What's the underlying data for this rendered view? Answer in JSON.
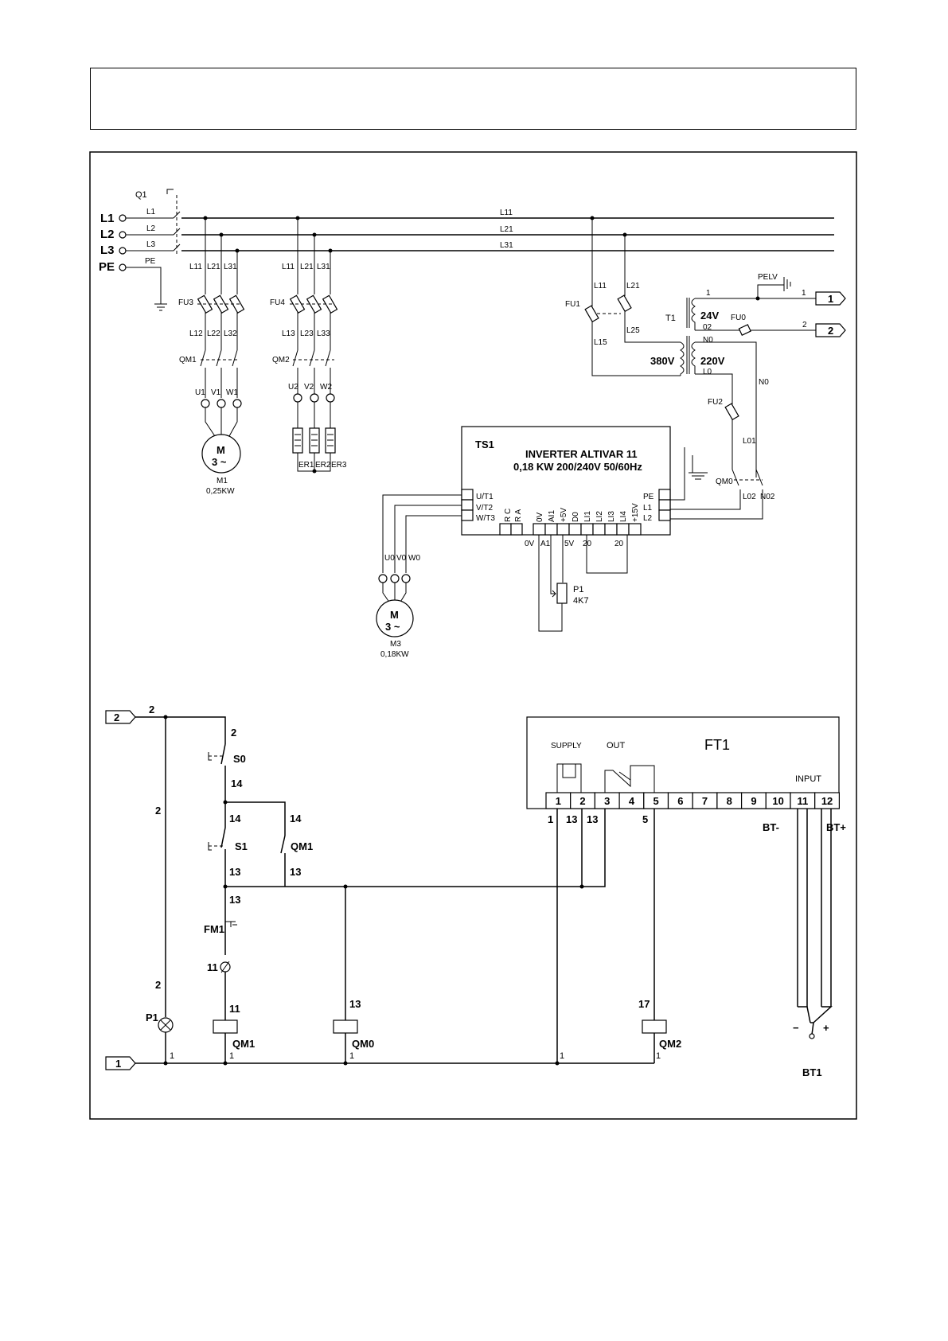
{
  "power": {
    "q1": "Q1",
    "lines": [
      "L1",
      "L2",
      "L3",
      "PE"
    ],
    "line_tags": [
      "L1",
      "L2",
      "L3",
      "PE"
    ],
    "bus": [
      "L11",
      "L21",
      "L31"
    ],
    "drop_m1": [
      "L11",
      "L21",
      "L31"
    ],
    "drop_m1b": [
      "L12",
      "L22",
      "L32"
    ],
    "drop_m2": [
      "L11",
      "L21",
      "L31"
    ],
    "drop_m2b": [
      "L13",
      "L23",
      "L33"
    ],
    "fu3": "FU3",
    "fu4": "FU4",
    "qm1": "QM1",
    "qm2": "QM2",
    "m1_terms": [
      "U1",
      "V1",
      "W1"
    ],
    "m2_terms": [
      "U2",
      "V2",
      "W2"
    ],
    "heaters": [
      "ER1",
      "ER2",
      "ER3"
    ],
    "m1": {
      "tag": "M1",
      "power": "0,25KW",
      "sym": "M",
      "sym2": "3 ~"
    },
    "fu1": "FU1",
    "fu1_wires": [
      "L11",
      "L21",
      "L15",
      "L25"
    ],
    "t1": "T1",
    "t1_primary": "380V",
    "t1_sec1": "24V",
    "t1_sec1_wire": "02",
    "t1_sec2": "220V",
    "t1_sec2_wire_n": "N0",
    "t1_sec2_wire_l": "L0",
    "pelv": "PELV",
    "fu0": "FU0",
    "out1_wire": "1",
    "out2_wire": "2",
    "conn1": "1",
    "conn2": "2",
    "fu2": "FU2",
    "n0": "N0",
    "l01": "L01",
    "qm0": "QM0",
    "l02": "L02",
    "n02": "N02"
  },
  "inverter": {
    "tag": "TS1",
    "title": "INVERTER ALTIVAR 11",
    "spec": "0,18 KW 200/240V   50/60Hz",
    "left_terms": [
      "U/T1",
      "V/T2",
      "W/T3"
    ],
    "right_terms": [
      "PE",
      "L1",
      "L2"
    ],
    "relay_terms": [
      "R C",
      "R A"
    ],
    "ctrl_terms": [
      "0V",
      "AI1",
      "+5V",
      "D0",
      "LI1",
      "LI2",
      "LI3",
      "LI4",
      "+15V"
    ],
    "wire_0v": "0V",
    "wire_a1": "A1",
    "wire_5v": "5V",
    "wire_20a": "20",
    "wire_20b": "20",
    "pot": "P1",
    "pot_val": "4K7",
    "m3_terms": [
      "U0",
      "V0",
      "W0"
    ],
    "m3": {
      "tag": "M3",
      "power": "0,18KW",
      "sym": "M",
      "sym2": "3 ~"
    }
  },
  "control": {
    "in2": "2",
    "in1": "1",
    "w2_top": "2",
    "w2_a": "2",
    "w2_left": "2",
    "w2_left2": "2",
    "s0": "S0",
    "w14a": "14",
    "w14b": "14",
    "w14c": "14",
    "s1": "S1",
    "qm1c": "QM1",
    "w13a": "13",
    "w13b": "13",
    "w13c": "13",
    "fm1": "FM1",
    "w11a": "11",
    "w11b": "11",
    "p1": "P1",
    "coil_qm1": "QM1",
    "coil_qm0": "QM0",
    "coil_qm2": "QM2",
    "w13d": "13",
    "w17": "17",
    "w1a": "1",
    "w1b": "1",
    "w1c": "1",
    "w1d": "1",
    "w1e": "1"
  },
  "ft1": {
    "tag": "FT1",
    "supply": "SUPPLY",
    "out": "OUT",
    "input": "INPUT",
    "terminals": [
      "1",
      "2",
      "3",
      "4",
      "5",
      "6",
      "7",
      "8",
      "9",
      "10",
      "11",
      "12"
    ],
    "wires": [
      "1",
      "13",
      "13",
      "5"
    ],
    "bt_minus": "BT-",
    "bt_plus": "BT+",
    "minus": "−",
    "plus": "+",
    "sensor": "BT1"
  }
}
